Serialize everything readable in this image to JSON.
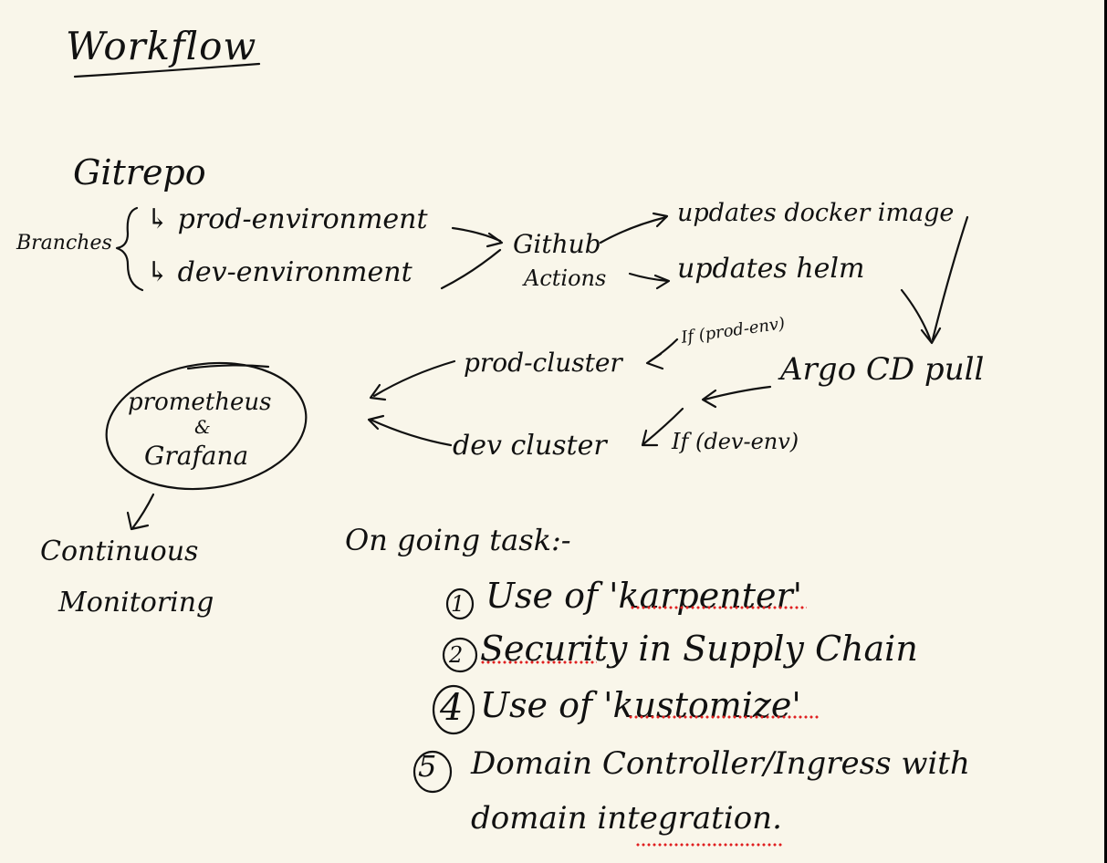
{
  "title": "Workflow",
  "gitrepo": {
    "label": "Gitrepo",
    "branches_label": "Branches",
    "branches": [
      "↳ prod-environment",
      "↳ dev-environment"
    ]
  },
  "github_actions": {
    "line1": "Github",
    "line2": "Actions",
    "outputs": [
      "updates docker image",
      "updates helm"
    ]
  },
  "argo": {
    "label": "Argo CD pull",
    "if_prod": "If (prod-env)",
    "if_dev": "If (dev-env)"
  },
  "clusters": {
    "prod": "prod-cluster",
    "dev": "dev cluster"
  },
  "monitoring_stack": {
    "line1": "prometheus",
    "line2": "&",
    "line3": "Grafana"
  },
  "continuous_monitoring": {
    "line1": "Continuous",
    "line2": "Monitoring"
  },
  "ongoing": {
    "heading": "On going task:-",
    "tasks": [
      {
        "marker": "1",
        "text": "Use of 'karpenter'"
      },
      {
        "marker": "2",
        "text": "Security in Supply Chain"
      },
      {
        "marker": "4",
        "text": "Use of 'kustomize'"
      },
      {
        "marker": "5",
        "text": "Domain Controller/Ingress with"
      }
    ],
    "continuation": "domain integration."
  },
  "colors": {
    "paper": "#f9f6ea",
    "ink": "#111111",
    "spellcheck": "#e02020"
  }
}
